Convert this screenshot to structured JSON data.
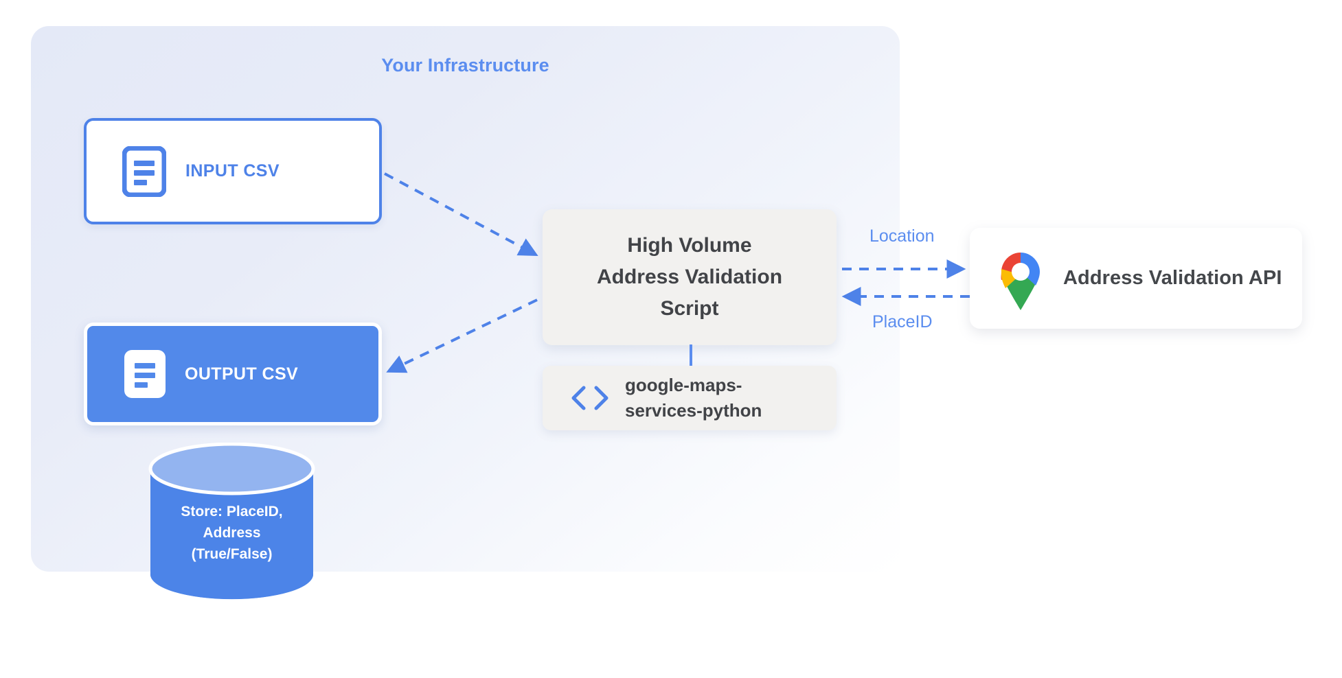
{
  "panel": {
    "title": "Your Infrastructure",
    "title_color": "#5b8def",
    "background_from": "#e4e9f7",
    "background_to": "#ffffff"
  },
  "nodes": {
    "input_csv": {
      "label": "INPUT CSV",
      "icon": "document-icon",
      "border_color": "#4e82e8",
      "fill": "#ffffff",
      "text_color": "#4e82e8"
    },
    "output_csv": {
      "label": "OUTPUT CSV",
      "icon": "document-icon",
      "border_color": "#ffffff",
      "fill": "#5289ea",
      "text_color": "#ffffff"
    },
    "script": {
      "line1": "High Volume",
      "line2": "Address Validation",
      "line3": "Script",
      "fill": "#f2f1ef",
      "text_color": "#414347"
    },
    "library": {
      "line1": "google-maps-",
      "line2": "services-python",
      "icon": "code-brackets-icon",
      "icon_color": "#4e82e8",
      "fill": "#f2f1ef",
      "text_color": "#414347"
    },
    "api": {
      "label": "Address Validation API",
      "icon": "google-maps-pin-icon",
      "fill": "#ffffff",
      "text_color": "#44474b"
    },
    "database": {
      "line1": "Store: PlaceID,",
      "line2": "Address",
      "line3": "(True/False)",
      "body_color": "#4c84e8",
      "top_color": "#93b4f0",
      "text_color": "#ffffff"
    }
  },
  "edges": {
    "location_label": "Location",
    "placeid_label": "PlaceID",
    "arrow_color": "#4e82e8"
  }
}
